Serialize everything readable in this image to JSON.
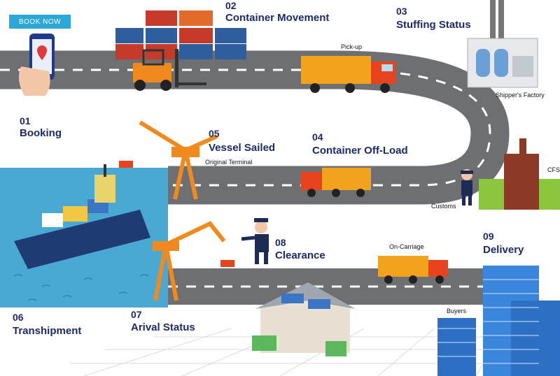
{
  "book_now": "BOOK NOW",
  "steps": [
    {
      "num": "01",
      "name": "Booking"
    },
    {
      "num": "02",
      "name": "Container Movement"
    },
    {
      "num": "03",
      "name": "Stuffing Status"
    },
    {
      "num": "04",
      "name": "Container Off-Load"
    },
    {
      "num": "05",
      "name": "Vessel Sailed"
    },
    {
      "num": "06",
      "name": "Transhipment"
    },
    {
      "num": "07",
      "name": "Arival Status"
    },
    {
      "num": "08",
      "name": "Clearance"
    },
    {
      "num": "09",
      "name": "Delivery"
    }
  ],
  "small_labels": {
    "pickup": "Pick-up",
    "shippers_factory": "Shipper's Factory",
    "original_terminal": "Original Terminal",
    "cfs": "CFS",
    "customs": "Customs",
    "on_carriage": "On-Carriage",
    "buyers": "Buyers"
  },
  "colors": {
    "road": "#6e6f72",
    "road_marking": "#ffffff",
    "water": "#4aa9d3",
    "crane": "#f08a1e",
    "container_orange": "#f2a21c",
    "truck_cab": "#e8431f",
    "label_text": "#1c2a6b",
    "button": "#2ba7d8"
  },
  "icons": [
    "phone-map-pin-icon",
    "forklift-icon",
    "truck-icon",
    "factory-icon",
    "crane-icon",
    "ship-icon",
    "customs-officer-icon",
    "warehouse-icon",
    "office-building-icon"
  ]
}
